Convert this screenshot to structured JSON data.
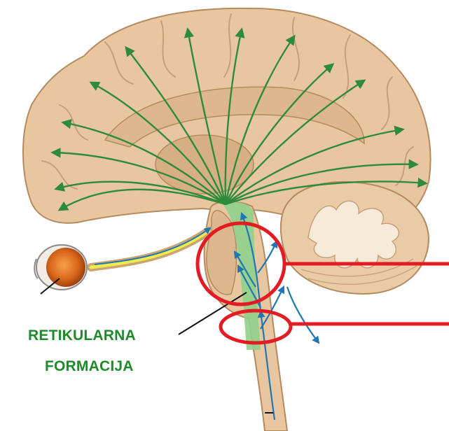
{
  "diagram": {
    "label": {
      "line1": "RETIKULARNA",
      "line2": "FORMACIJA"
    },
    "colors": {
      "brain_fill": "#e8c7a0",
      "brain_outline": "#b48a5e",
      "pathway_green": "#2e8b3c",
      "formation_highlight": "#8fd08c",
      "sensory_blue": "#1f78b4",
      "optic_yellow": "#f2e94a",
      "eye_orange": "#e07a1c",
      "marker_red": "#e31b23",
      "label_green": "#1f8a2a"
    },
    "icons": [
      "brain-illustration",
      "eye-icon",
      "arrow-icon"
    ]
  }
}
